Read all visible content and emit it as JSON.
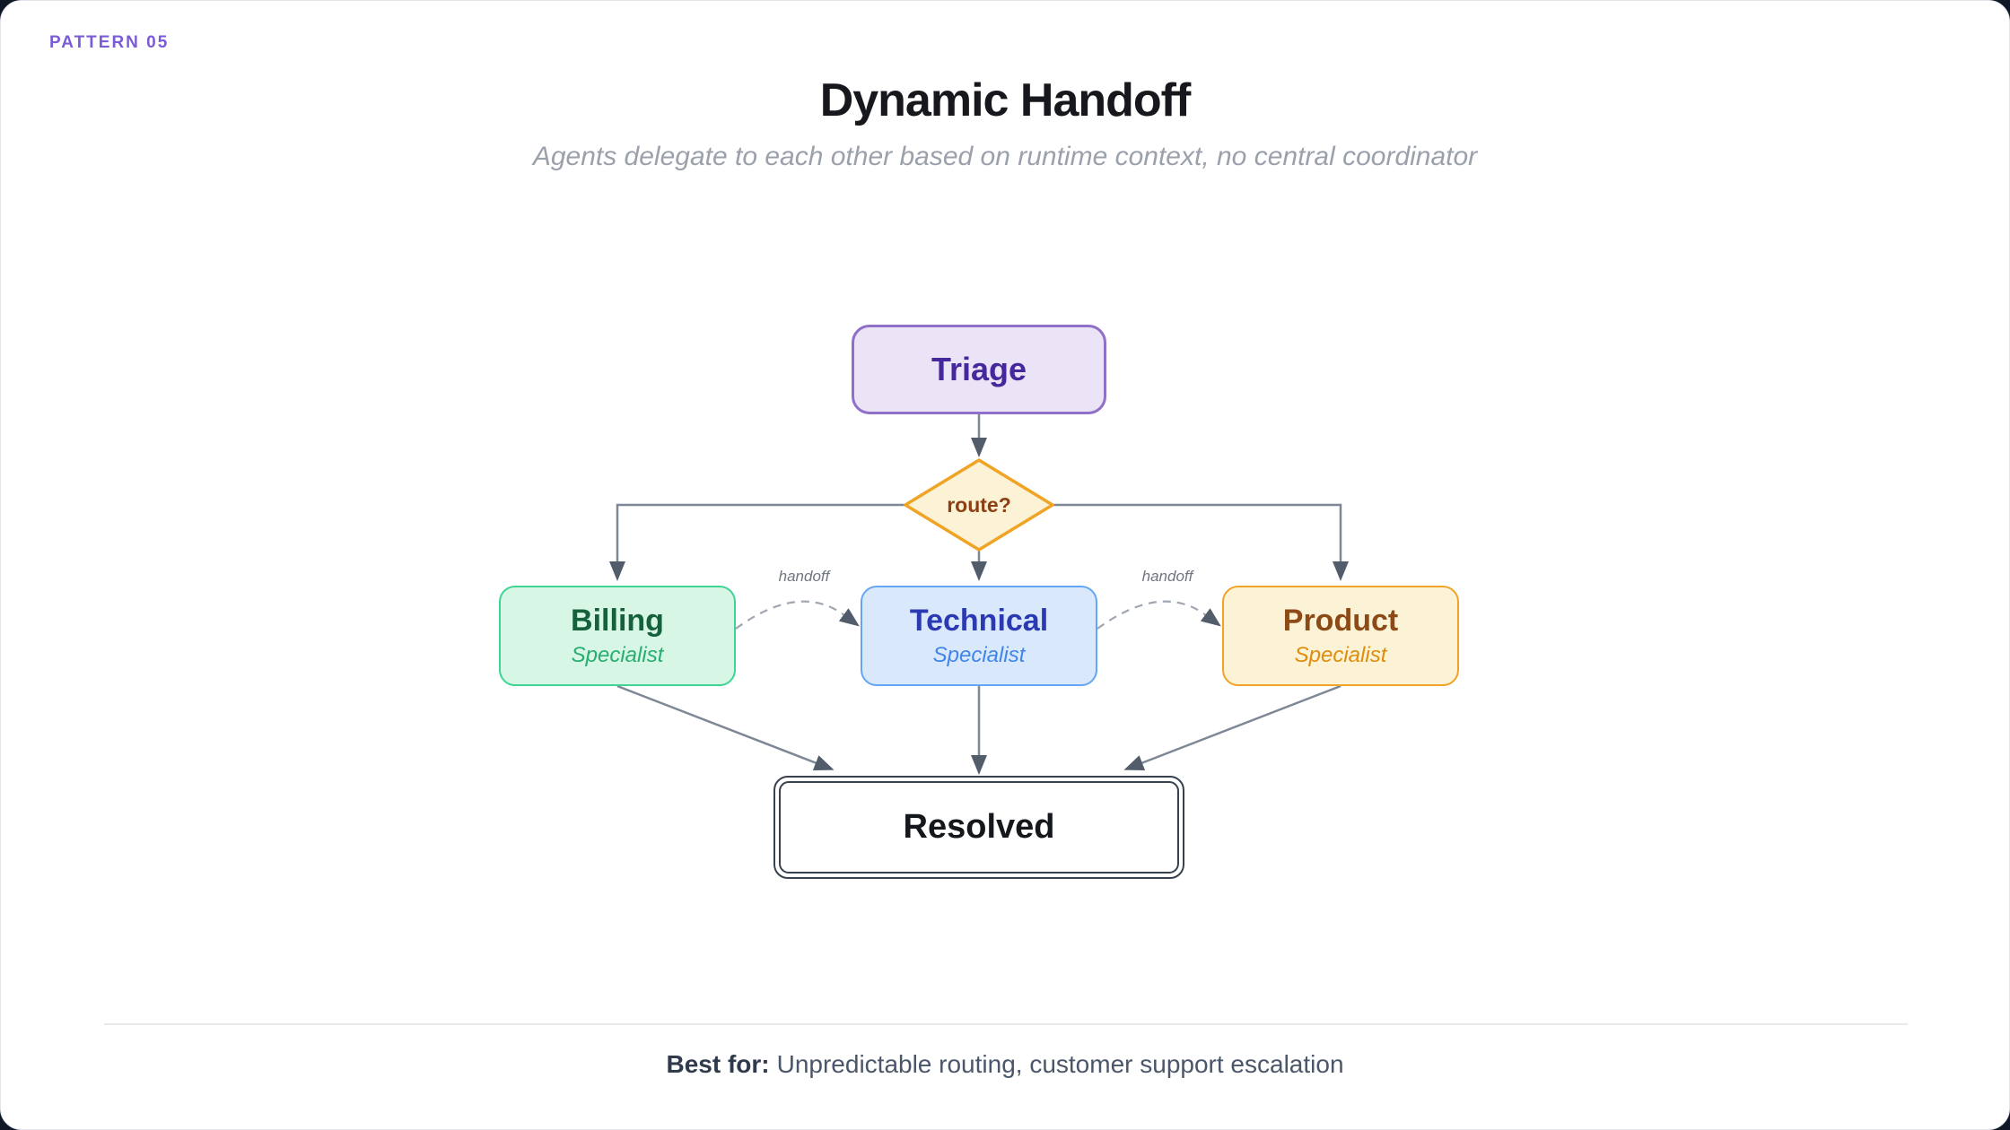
{
  "pattern_label": "PATTERN 05",
  "header": {
    "title": "Dynamic Handoff",
    "subtitle": "Agents delegate to each other based on runtime context, no central coordinator"
  },
  "diagram": {
    "triage": {
      "label": "Triage"
    },
    "router": {
      "label": "route?"
    },
    "billing": {
      "label": "Billing",
      "role": "Specialist"
    },
    "technical": {
      "label": "Technical",
      "role": "Specialist"
    },
    "product": {
      "label": "Product",
      "role": "Specialist"
    },
    "resolved": {
      "label": "Resolved"
    },
    "handoff_left_label": "handoff",
    "handoff_right_label": "handoff"
  },
  "footer": {
    "best_for_label": "Best for:",
    "best_for_text": "Unpredictable routing, customer support escalation"
  },
  "colors": {
    "pattern_accent": "#7C5CD6",
    "triage_fill": "#EBE4F6",
    "triage_border": "#8E6FC9",
    "triage_text": "#45289B",
    "router_fill": "#FCF3D6",
    "router_border": "#F0A426",
    "router_text": "#8C3F12",
    "billing_fill": "#D8F6E6",
    "billing_border": "#3ED494",
    "billing_text": "#15613B",
    "billing_role_text": "#27AE71",
    "technical_fill": "#D9E9FB",
    "technical_border": "#64A6F4",
    "technical_text": "#2B3AB2",
    "technical_role_text": "#4285E8",
    "product_fill": "#FCF3D6",
    "product_border": "#F0A426",
    "product_text": "#8C4A16",
    "product_role_text": "#DE8D0C",
    "resolved_border": "#37414F",
    "connector_line": "#7E8795",
    "connector_arrowhead": "#525C6B",
    "handoff_dash": "#A0A7B1"
  }
}
